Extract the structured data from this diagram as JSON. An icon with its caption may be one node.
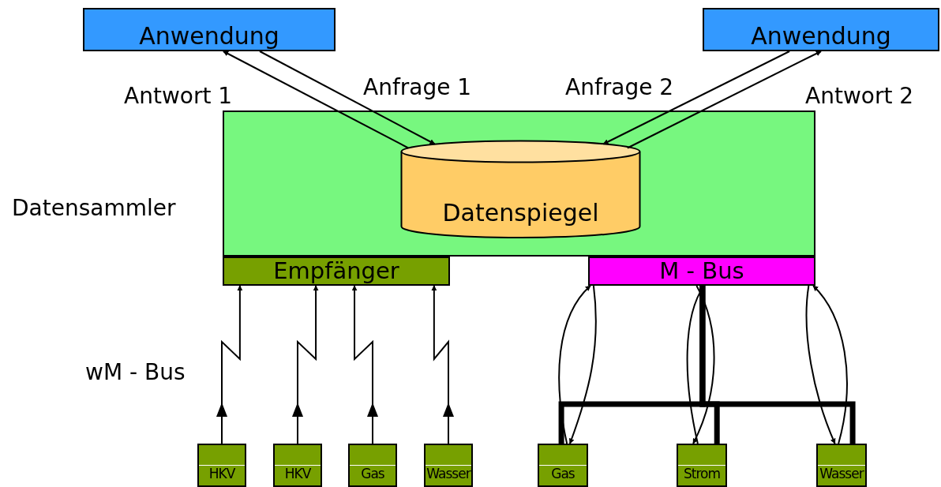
{
  "diagram": {
    "nodes": [
      {
        "text": [
          "Anwendung"
        ]
      },
      {
        "text": [
          "Anwendung"
        ]
      },
      {
        "text": [],
        "shape": "box",
        "beside": [
          "Datensammler"
        ]
      },
      {
        "text": [
          "Datenspiegel"
        ],
        "in": 2
      },
      {
        "text": [
          "Empfänger"
        ]
      },
      {
        "text": [
          "M - Bus"
        ]
      },
      {
        "text": [
          "HKV"
        ]
      },
      {
        "text": [
          "HKV"
        ]
      },
      {
        "text": [
          "Gas"
        ]
      },
      {
        "text": [
          "Wasser"
        ]
      },
      {
        "text": [
          "Gas"
        ]
      },
      {
        "text": [
          "Strom"
        ]
      },
      {
        "text": [
          "Wasser"
        ]
      }
    ],
    "edges": [
      {
        "from": 0,
        "to": 3,
        "arrow": "to",
        "label": "Anfrage 1"
      },
      {
        "from": 3,
        "to": 0,
        "arrow": "to",
        "label": "Antwort 1"
      },
      {
        "from": 1,
        "to": 3,
        "arrow": "to",
        "label": "Anfrage 2"
      },
      {
        "from": 3,
        "to": 1,
        "arrow": "to",
        "label": "Antwort 2"
      },
      {
        "from": 6,
        "to": 4,
        "arrow": "to"
      },
      {
        "from": 7,
        "to": 4,
        "arrow": "to"
      },
      {
        "from": 8,
        "to": 4,
        "arrow": "to"
      },
      {
        "from": 9,
        "to": 4,
        "arrow": "to"
      },
      {
        "from": 5,
        "to": 10,
        "arrow": "none",
        "style": "thick"
      },
      {
        "from": 5,
        "to": 11,
        "arrow": "none",
        "style": "thick"
      },
      {
        "from": 5,
        "to": 12,
        "arrow": "none",
        "style": "thick"
      },
      {
        "from": 10,
        "to": 5,
        "arrow": "to"
      },
      {
        "from": 5,
        "to": 10,
        "arrow": "to"
      },
      {
        "from": 11,
        "to": 5,
        "arrow": "to"
      },
      {
        "from": 5,
        "to": 11,
        "arrow": "to"
      },
      {
        "from": 12,
        "to": 5,
        "arrow": "to"
      },
      {
        "from": 5,
        "to": 12,
        "arrow": "to"
      }
    ],
    "labels": [
      "wM - Bus"
    ]
  }
}
